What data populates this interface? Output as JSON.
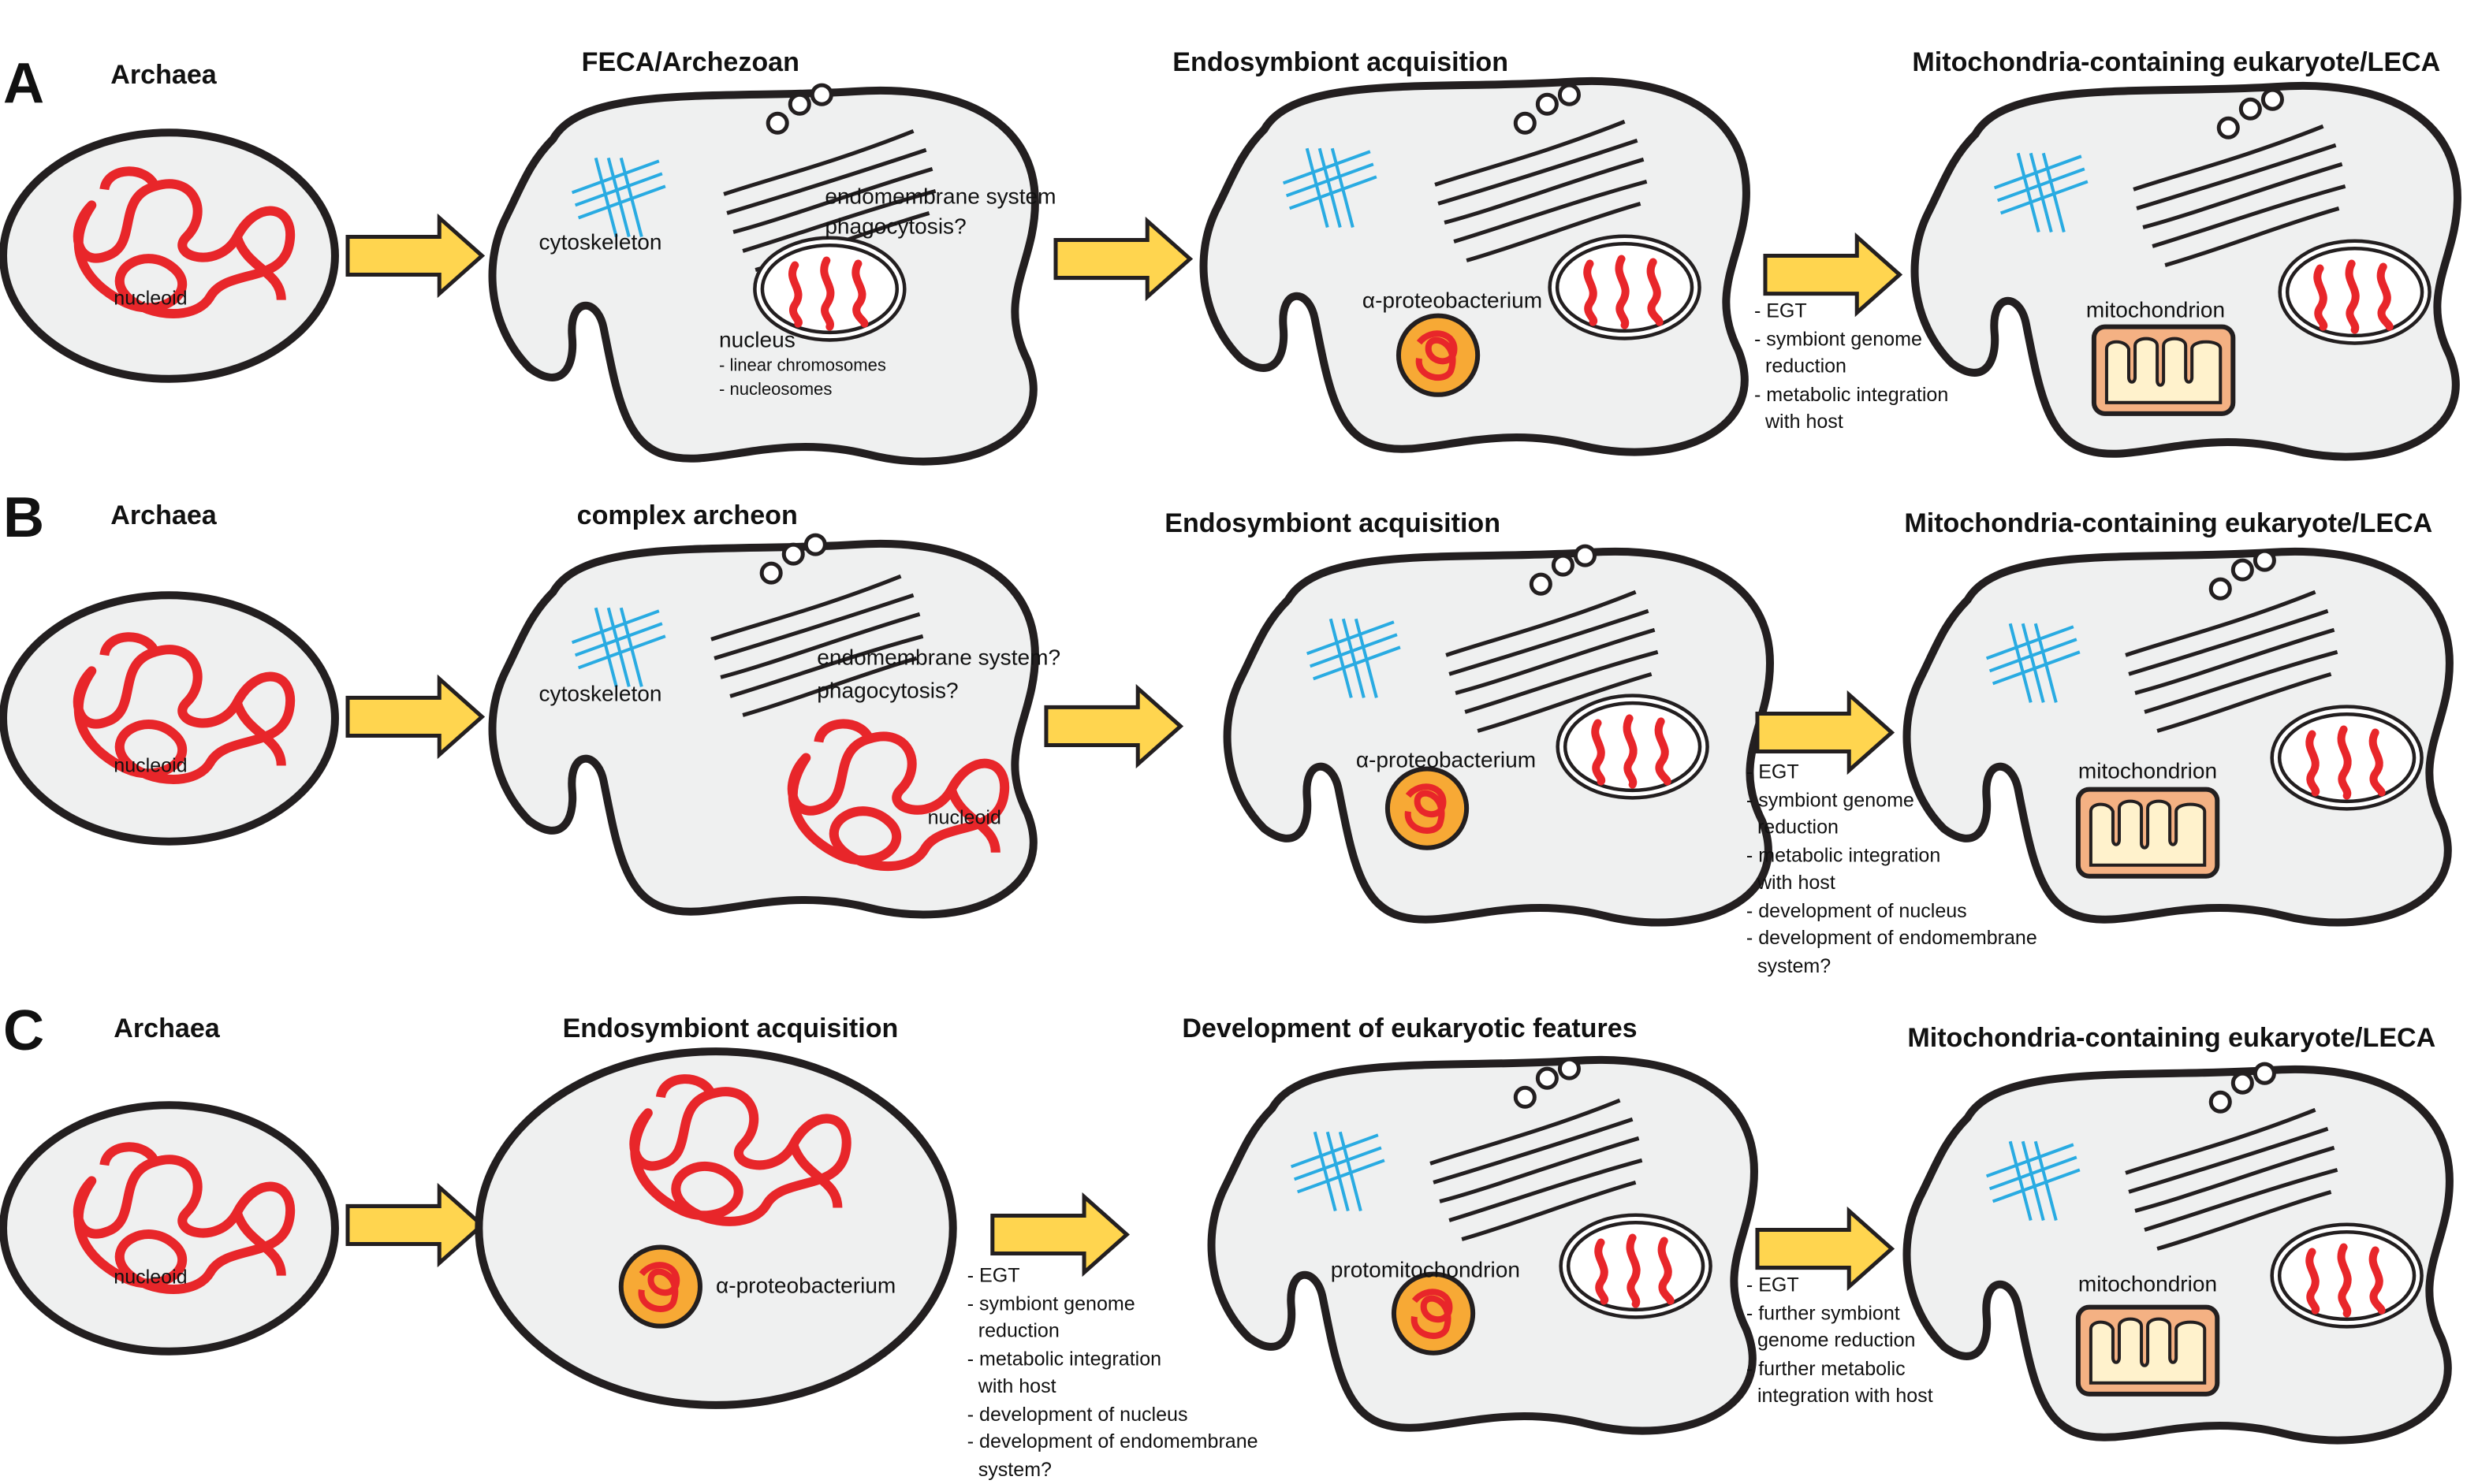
{
  "colors": {
    "cell_fill": "#eff0f0",
    "outline": "#231f20",
    "chromosome": "#e8262a",
    "cytoskeleton": "#29abe2",
    "arrow": "#ffd54f",
    "bacterium": "#f7a935",
    "mito_outer": "#f4b183",
    "mito_inner": "#fff2cc"
  },
  "panels": {
    "A": {
      "letter": "A",
      "titles": [
        "Archaea",
        "FECA/Archezoan",
        "Endosymbiont acquisition",
        "Mitochondria-containing eukaryote/LECA"
      ],
      "nucleoid": "nucleoid",
      "cytoskeleton": "cytoskeleton",
      "endomembrane": "endomembrane system",
      "phagocytosis": "phagocytosis?",
      "nucleus": "nucleus",
      "nucleus_features": [
        "- linear chromosomes",
        "- nucleosomes"
      ],
      "bacterium": "α-proteobacterium",
      "transition_list": [
        "- EGT",
        "- symbiont genome",
        "reduction",
        "- metabolic integration",
        "with host"
      ],
      "mitochondrion": "mitochondrion"
    },
    "B": {
      "letter": "B",
      "titles": [
        "Archaea",
        "complex archeon",
        "Endosymbiont acquisition",
        "Mitochondria-containing eukaryote/LECA"
      ],
      "nucleoid": "nucleoid",
      "cytoskeleton": "cytoskeleton",
      "endomembrane": "endomembrane system?",
      "phagocytosis": "phagocytosis?",
      "nucleoid2": "nucleoid",
      "bacterium": "α-proteobacterium",
      "transition_list": [
        "- EGT",
        "- symbiont genome",
        "reduction",
        "- metabolic integration",
        "with host",
        "- development of nucleus",
        "- development of endomembrane",
        "system?"
      ],
      "mitochondrion": "mitochondrion"
    },
    "C": {
      "letter": "C",
      "titles": [
        "Archaea",
        "Endosymbiont acquisition",
        "Development of eukaryotic features",
        "Mitochondria-containing eukaryote/LECA"
      ],
      "nucleoid": "nucleoid",
      "bacterium": "α-proteobacterium",
      "transition_list": [
        "- EGT",
        "- symbiont genome",
        "reduction",
        "- metabolic integration",
        "with host",
        "- development of nucleus",
        "- development of endomembrane",
        "system?"
      ],
      "protomitochondrion": "protomitochondrion",
      "final_list": [
        "- EGT",
        "- further symbiont",
        "genome reduction",
        "- further metabolic",
        "integration with host"
      ],
      "mitochondrion": "mitochondrion"
    }
  }
}
